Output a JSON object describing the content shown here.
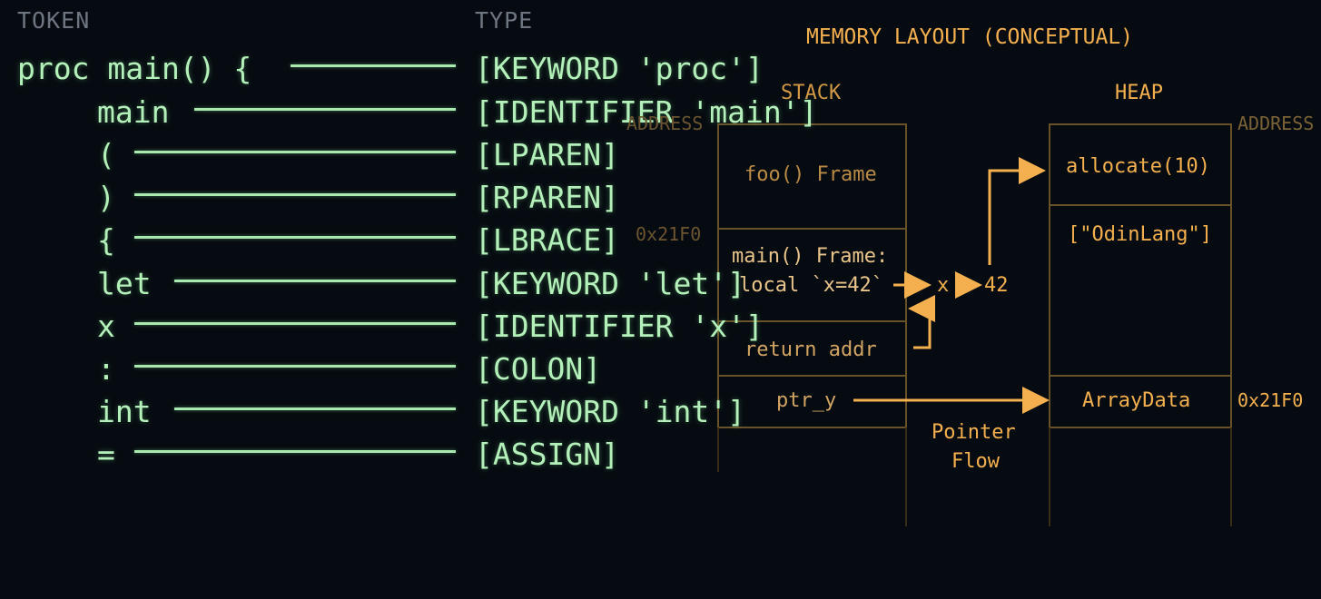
{
  "columns": {
    "token": "TOKEN",
    "type": "TYPE"
  },
  "tokens": [
    {
      "token": "proc main() {",
      "type": "[KEYWORD 'proc']"
    },
    {
      "token": "main",
      "type": "[IDENTIFIER 'main']"
    },
    {
      "token": "(",
      "type": "[LPAREN]"
    },
    {
      "token": ")",
      "type": "[RPAREN]"
    },
    {
      "token": "{",
      "type": "[LBRACE]"
    },
    {
      "token": "let",
      "type": "[KEYWORD 'let']"
    },
    {
      "token": "x",
      "type": "[IDENTIFIER 'x']"
    },
    {
      "token": ":",
      "type": "[COLON]"
    },
    {
      "token": "int",
      "type": "[KEYWORD 'int']"
    },
    {
      "token": "=",
      "type": "[ASSIGN]"
    }
  ],
  "memory": {
    "title": "MEMORY LAYOUT (CONCEPTUAL)",
    "stack_label": "STACK",
    "heap_label": "HEAP",
    "address_left": "ADDRESS",
    "address_right": "ADDRESS",
    "stack_cells": {
      "foo_frame": "foo() Frame",
      "main_frame": "main() Frame:",
      "local_x": "local `x=42`",
      "return_addr": "return addr",
      "ptr_y": "ptr_y"
    },
    "flow": {
      "x_label": "x",
      "value": "42"
    },
    "stack_address": "0x21F0",
    "heap_cells": {
      "allocate": "allocate(10)",
      "string": "[\"OdinLang\"]",
      "array": "ArrayData"
    },
    "heap_address": "0x21F0",
    "pointer_flow_1": "Pointer",
    "pointer_flow_2": "Flow"
  },
  "colors": {
    "code_green": "#b4f0ba",
    "memory_orange": "#f4b04e",
    "background": "#060b11"
  }
}
